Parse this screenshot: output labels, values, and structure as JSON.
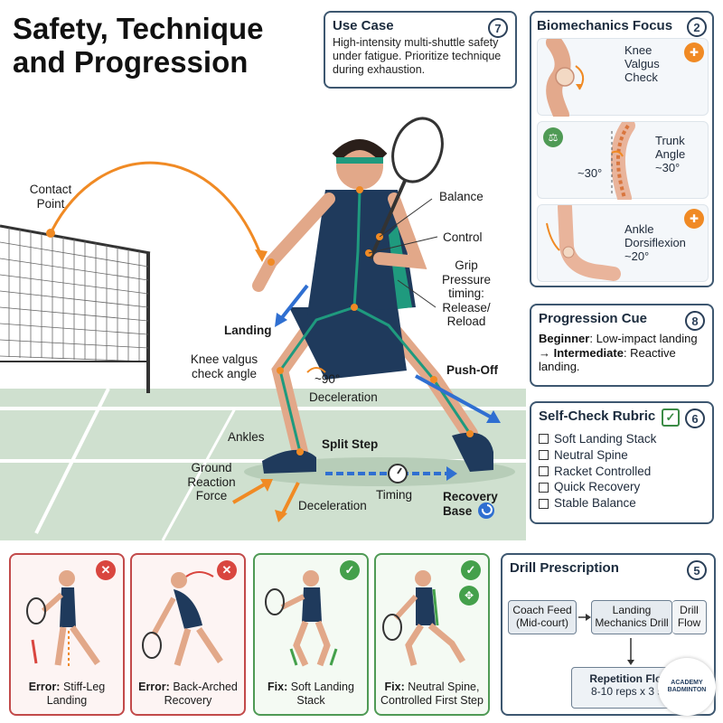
{
  "title": "Safety, Technique and Progression",
  "use_case": {
    "heading": "Use Case",
    "badge": "7",
    "body": "High-intensity multi-shuttle safety under fatigue. Prioritize technique during exhaustion."
  },
  "biomechanics": {
    "heading": "Biomechanics Focus",
    "badge": "2",
    "items": [
      {
        "label": "Knee Valgus Check"
      },
      {
        "label": "Trunk Angle ~30°",
        "angle_readout": "~30°"
      },
      {
        "label": "Ankle Dorsiflexion ~20°"
      }
    ]
  },
  "progression": {
    "heading": "Progression Cue",
    "badge": "8",
    "beginner_label": "Beginner",
    "beginner_text": ": Low-impact landing",
    "arrow": "→",
    "intermediate_label": "Intermediate",
    "intermediate_text": ": Reactive landing."
  },
  "rubric": {
    "heading": "Self-Check Rubric",
    "badge": "6",
    "items": [
      "Soft Landing Stack",
      "Neutral Spine",
      "Racket Controlled",
      "Quick Recovery",
      "Stable Balance"
    ]
  },
  "scene": {
    "contact_point": "Contact Point",
    "balance": "Balance",
    "control": "Control",
    "grip": "Grip Pressure timing: Release/ Reload",
    "landing": "Landing",
    "knee_valgus": "Knee valgus check angle",
    "knee_angle": "~90°",
    "deceleration_upper": "Deceleration",
    "push_off": "Push-Off",
    "ankles": "Ankles",
    "split_step": "Split Step",
    "grf": "Ground Reaction Force",
    "deceleration_lower": "Deceleration",
    "timing": "Timing",
    "recovery_base": "Recovery Base"
  },
  "tiles": [
    {
      "kind": "error",
      "bold": "Error:",
      "text": "Stiff-Leg Landing"
    },
    {
      "kind": "error",
      "bold": "Error:",
      "text": "Back-Arched Recovery"
    },
    {
      "kind": "fix",
      "bold": "Fix:",
      "text": "Soft Landing Stack"
    },
    {
      "kind": "fix",
      "bold": "Fix:",
      "text": "Neutral Spine, Controlled First Step"
    }
  ],
  "drill": {
    "heading": "Drill Prescription",
    "badge": "5",
    "coach_feed": "Coach Feed (Mid-court)",
    "landing_drill": "Landing Mechanics Drill",
    "drill_flow": "Drill Flow",
    "repetition_title": "Repetition Flow",
    "repetition_text": "8-10 reps x 3 se",
    "watermark": "ACADEMY BADMINTON"
  },
  "colors": {
    "navy": "#1f3a5c",
    "teal": "#1f9a7e",
    "orange": "#f08a24",
    "blue_arrow": "#2f6fd1",
    "court_green": "#cfe0cf",
    "error_red": "#d9463f",
    "fix_green": "#44a04b"
  }
}
